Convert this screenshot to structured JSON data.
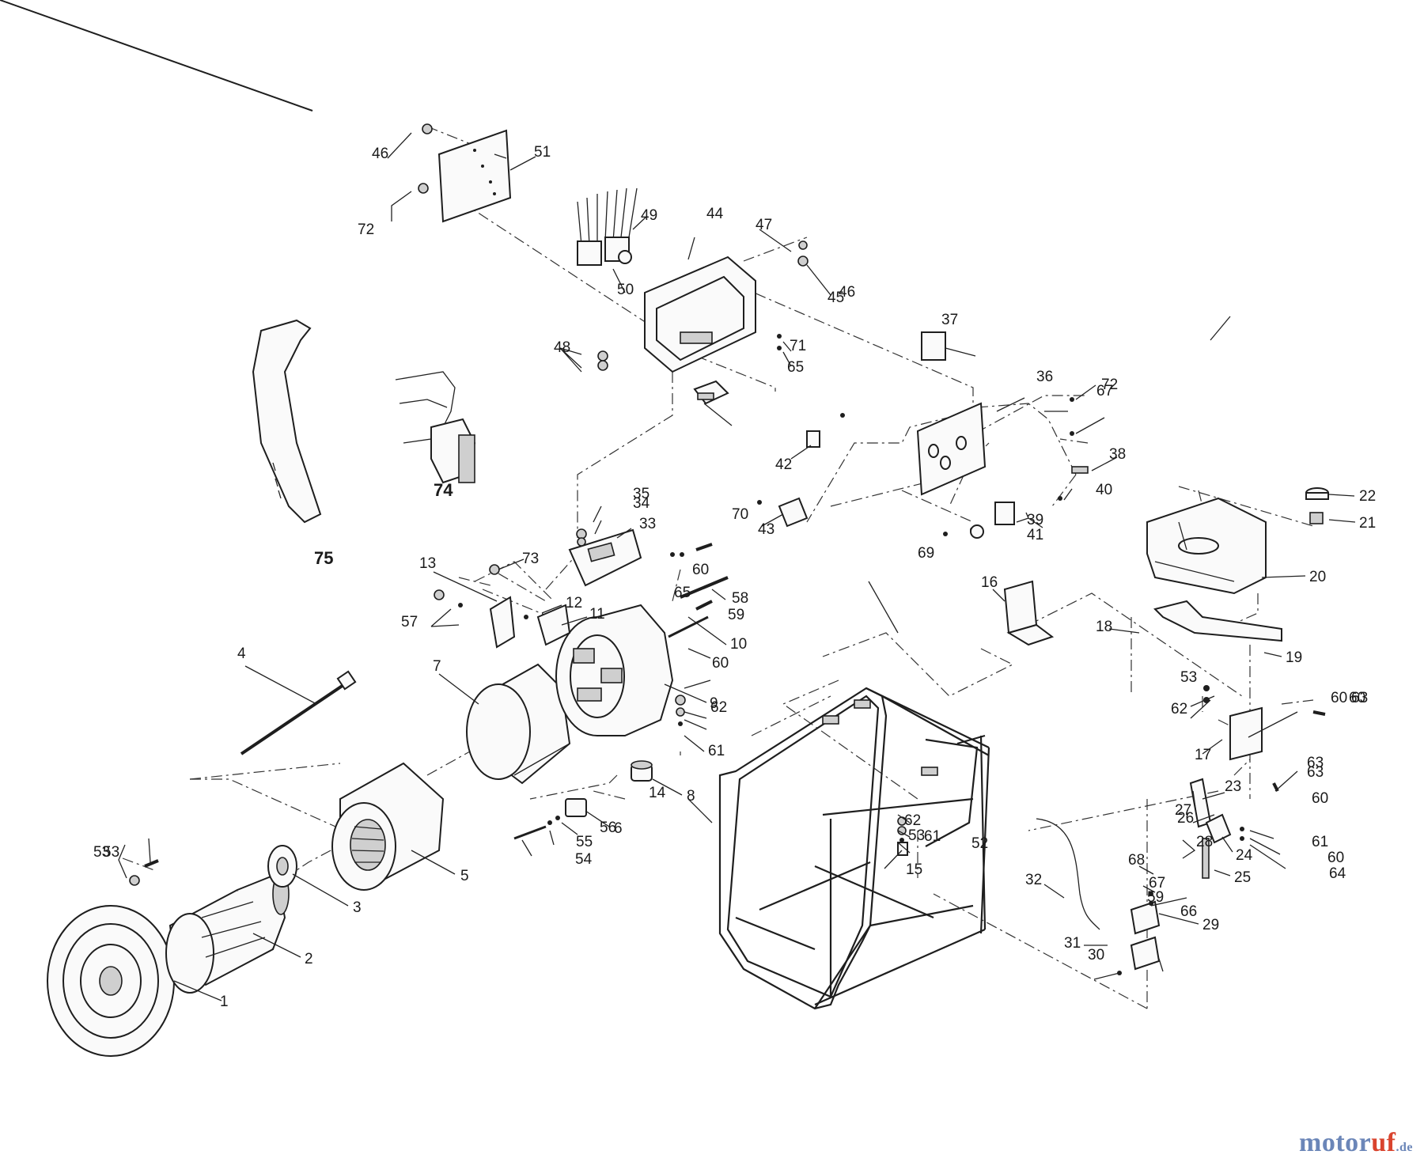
{
  "watermark": {
    "part1": "motor",
    "part2": "uf",
    "part3": ".de"
  },
  "colors": {
    "line": "#1e1e1e",
    "brand_blue": "#6b86b8",
    "brand_red": "#d9442e"
  },
  "labels": [
    {
      "n": "1"
    },
    {
      "n": "2"
    },
    {
      "n": "3"
    },
    {
      "n": "4"
    },
    {
      "n": "5"
    },
    {
      "n": "6"
    },
    {
      "n": "7"
    },
    {
      "n": "8"
    },
    {
      "n": "9"
    },
    {
      "n": "10"
    },
    {
      "n": "11"
    },
    {
      "n": "12"
    },
    {
      "n": "13"
    },
    {
      "n": "14"
    },
    {
      "n": "15"
    },
    {
      "n": "16"
    },
    {
      "n": "17"
    },
    {
      "n": "18"
    },
    {
      "n": "19"
    },
    {
      "n": "20"
    },
    {
      "n": "21"
    },
    {
      "n": "22"
    },
    {
      "n": "23"
    },
    {
      "n": "24"
    },
    {
      "n": "25"
    },
    {
      "n": "26"
    },
    {
      "n": "27"
    },
    {
      "n": "28"
    },
    {
      "n": "29"
    },
    {
      "n": "30"
    },
    {
      "n": "31"
    },
    {
      "n": "32"
    },
    {
      "n": "33"
    },
    {
      "n": "34"
    },
    {
      "n": "35"
    },
    {
      "n": "36"
    },
    {
      "n": "37"
    },
    {
      "n": "38"
    },
    {
      "n": "39"
    },
    {
      "n": "40"
    },
    {
      "n": "41"
    },
    {
      "n": "42"
    },
    {
      "n": "43"
    },
    {
      "n": "44"
    },
    {
      "n": "45"
    },
    {
      "n": "46"
    },
    {
      "n": "46"
    },
    {
      "n": "47"
    },
    {
      "n": "48"
    },
    {
      "n": "49"
    },
    {
      "n": "50"
    },
    {
      "n": "51"
    },
    {
      "n": "52"
    },
    {
      "n": "53"
    },
    {
      "n": "53"
    },
    {
      "n": "53"
    },
    {
      "n": "53"
    },
    {
      "n": "54"
    },
    {
      "n": "55"
    },
    {
      "n": "56"
    },
    {
      "n": "57"
    },
    {
      "n": "58"
    },
    {
      "n": "59"
    },
    {
      "n": "59"
    },
    {
      "n": "60"
    },
    {
      "n": "60"
    },
    {
      "n": "60"
    },
    {
      "n": "60"
    },
    {
      "n": "60"
    },
    {
      "n": "60"
    },
    {
      "n": "61"
    },
    {
      "n": "61"
    },
    {
      "n": "61"
    },
    {
      "n": "62"
    },
    {
      "n": "62"
    },
    {
      "n": "62"
    },
    {
      "n": "63"
    },
    {
      "n": "63"
    },
    {
      "n": "63"
    },
    {
      "n": "64"
    },
    {
      "n": "65"
    },
    {
      "n": "65"
    },
    {
      "n": "66"
    },
    {
      "n": "67"
    },
    {
      "n": "67"
    },
    {
      "n": "68"
    },
    {
      "n": "69"
    },
    {
      "n": "70"
    },
    {
      "n": "71"
    },
    {
      "n": "72"
    },
    {
      "n": "72"
    },
    {
      "n": "73"
    },
    {
      "n": "74",
      "bold": true
    },
    {
      "n": "75",
      "bold": true
    }
  ]
}
